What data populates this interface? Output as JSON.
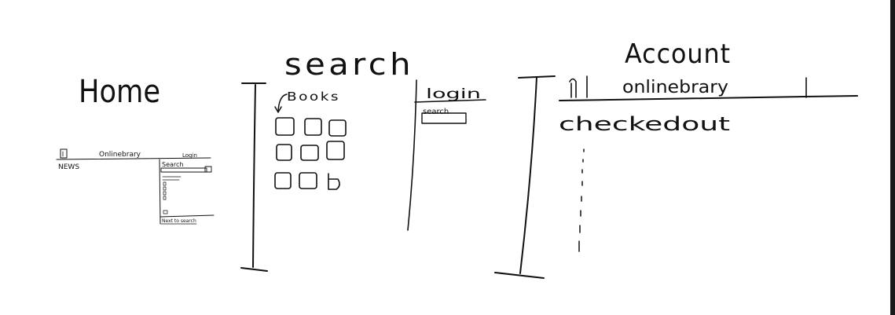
{
  "home": {
    "heading": "Home",
    "mock": {
      "brand": "Onlinebrary",
      "login": "Login",
      "news": "NEWS",
      "search_label": "Search",
      "footer_link": "Next to search"
    }
  },
  "search": {
    "heading": "search",
    "books_label": "Books",
    "login_label": "login",
    "search_field_label": "search"
  },
  "account": {
    "heading": "Account",
    "brand": "onlinebrary",
    "checked_out_label": "checkedout"
  }
}
